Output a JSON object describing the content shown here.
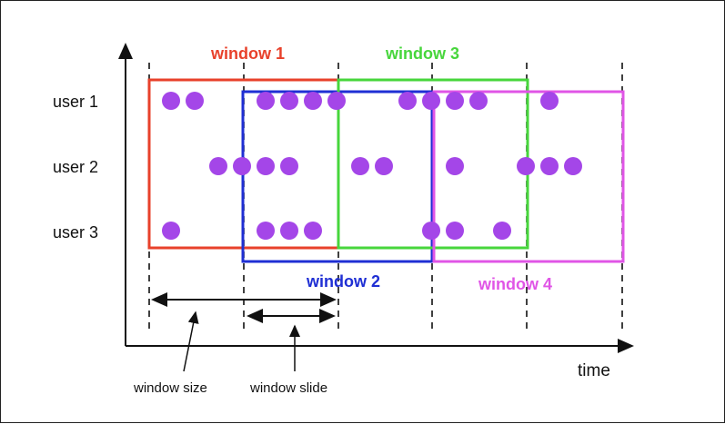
{
  "axis": {
    "x_label": "time"
  },
  "users": [
    {
      "label": "user 1"
    },
    {
      "label": "user 2"
    },
    {
      "label": "user 3"
    }
  ],
  "windows": [
    {
      "label": "window 1",
      "color": "#e8412b"
    },
    {
      "label": "window 2",
      "color": "#1f2fd4"
    },
    {
      "label": "window 3",
      "color": "#47d63c"
    },
    {
      "label": "window 4",
      "color": "#e055e6"
    }
  ],
  "events": {
    "color": "#a446e8",
    "user1": [
      1,
      2,
      5,
      6,
      7,
      8,
      11,
      12,
      13,
      14,
      17
    ],
    "user2": [
      3,
      4,
      5,
      6,
      9,
      10,
      13,
      16,
      17,
      18
    ],
    "user3": [
      1,
      5,
      6,
      7,
      12,
      13,
      15
    ]
  },
  "annotations": {
    "window_size": "window size",
    "window_slide": "window slide"
  }
}
